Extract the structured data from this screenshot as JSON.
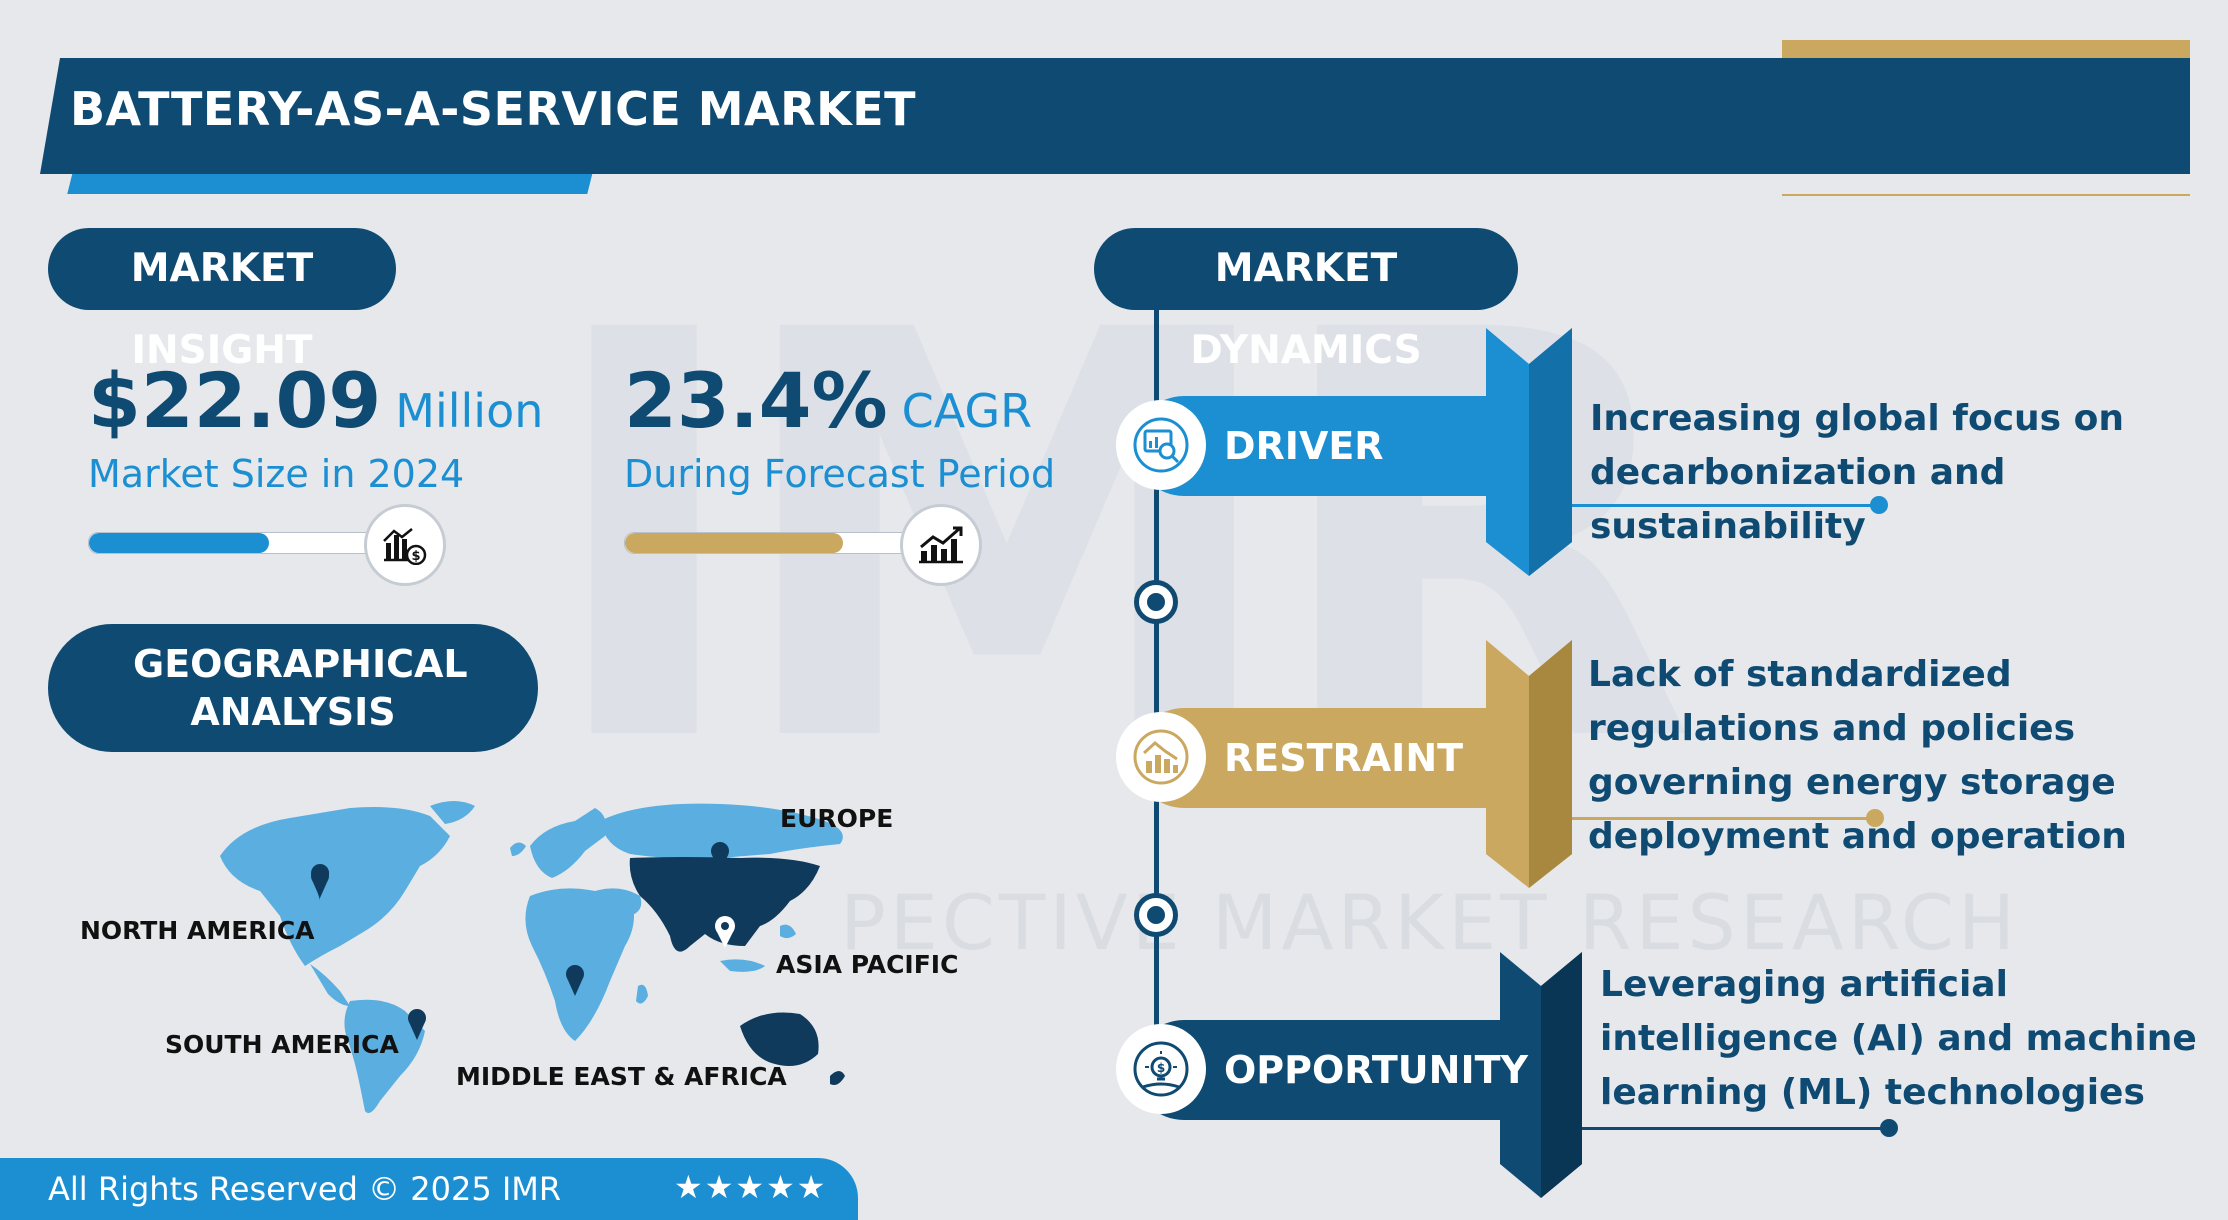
{
  "header": {
    "title": "BATTERY-AS-A-SERVICE MARKET"
  },
  "watermark": {
    "letters": "IMR",
    "text": "PECTIVE MARKET RESEARCH"
  },
  "insight": {
    "heading": "MARKET INSIGHT",
    "market_size": {
      "value": "$22.09",
      "unit": "Million",
      "label": "Market Size in 2024",
      "bar_fill_fraction": 0.6,
      "icon": "chart-dollar-icon"
    },
    "cagr": {
      "value": "23.4%",
      "unit": "CAGR",
      "label": "During Forecast Period",
      "bar_fill_fraction": 0.75,
      "icon": "growth-chart-icon"
    }
  },
  "geo": {
    "heading": "GEOGRAPHICAL ANALYSIS",
    "regions": [
      "EUROPE",
      "NORTH AMERICA",
      "ASIA PACIFIC",
      "SOUTH AMERICA",
      "MIDDLE EAST & AFRICA"
    ]
  },
  "dynamics": {
    "heading": "MARKET DYNAMICS",
    "items": [
      {
        "label": "DRIVER",
        "text": "Increasing global focus on decarbonization and sustainability",
        "color": "#1b8fd2",
        "icon": "analytics-icon"
      },
      {
        "label": "RESTRAINT",
        "text": "Lack of standardized regulations and policies governing energy storage deployment and operation",
        "color": "#caa85f",
        "icon": "declining-chart-icon"
      },
      {
        "label": "OPPORTUNITY",
        "text": "Leveraging artificial intelligence (AI) and machine learning (ML) technologies",
        "color": "#0f4a72",
        "icon": "idea-bulb-icon"
      }
    ]
  },
  "footer": {
    "text": "All Rights Reserved © 2025 IMR",
    "stars": "★★★★★"
  },
  "colors": {
    "navy": "#0f4a72",
    "blue": "#1b8fd2",
    "gold": "#caa85f",
    "map_light": "#5aaee0",
    "map_dark": "#0f3a5c"
  }
}
